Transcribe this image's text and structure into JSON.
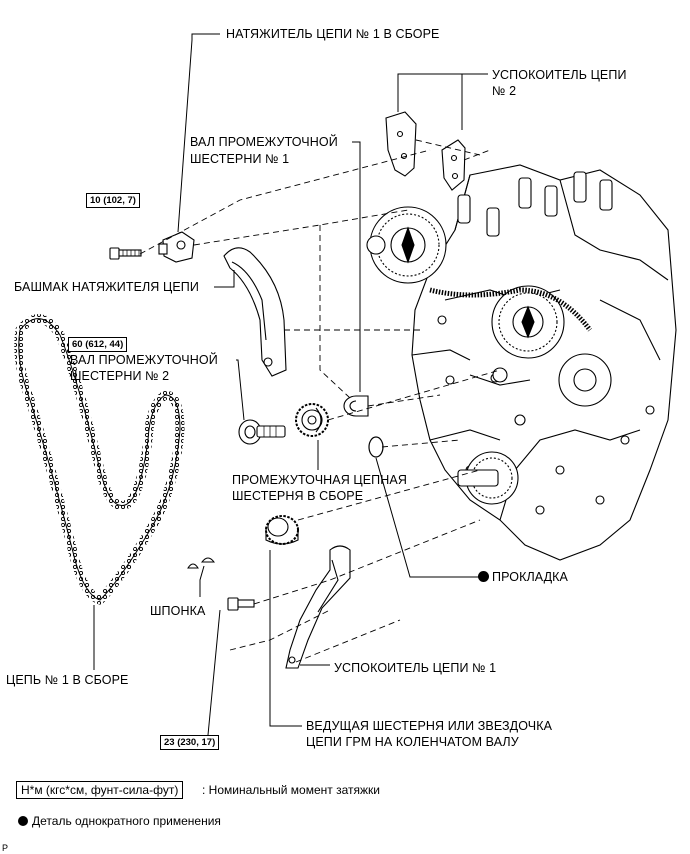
{
  "labels": {
    "tensioner": "НАТЯЖИТЕЛЬ ЦЕПИ № 1 В СБОРЕ",
    "damper2_line1": "УСПОКОИТЕЛЬ ЦЕПИ",
    "damper2_line2": "№ 2",
    "idler_shaft1_line1": "ВАЛ ПРОМЕЖУТОЧНОЙ",
    "idler_shaft1_line2": "ШЕСТЕРНИ № 1",
    "slipper": "БАШМАК НАТЯЖИТЕЛЯ ЦЕПИ",
    "idler_shaft2_line1": "ВАЛ ПРОМЕЖУТОЧНОЙ",
    "idler_shaft2_line2": "ШЕСТЕРНИ № 2",
    "idler_gear_line1": "ПРОМЕЖУТОЧНАЯ ЦЕПНАЯ",
    "idler_gear_line2": "ШЕСТЕРНЯ В СБОРЕ",
    "gasket": "ПРОКЛАДКА",
    "key": "ШПОНКА",
    "chain": "ЦЕПЬ № 1 В СБОРЕ",
    "damper1": "УСПОКОИТЕЛЬ ЦЕПИ № 1",
    "crank_sprocket_line1": "ВЕДУЩАЯ ШЕСТЕРНЯ ИЛИ ЗВЕЗДОЧКА",
    "crank_sprocket_line2": "ЦЕПИ ГРМ НА КОЛЕНЧАТОМ ВАЛУ"
  },
  "torques": {
    "tensioner_bolt": "10 (102, 7)",
    "idler_shaft2": "60 (612, 44)",
    "damper1_bolt": "23 (230, 17)"
  },
  "legend": {
    "unit_box": "Н*м (кгс*см, фунт-сила-фут)",
    "unit_desc": ": Номинальный момент затяжки",
    "non_reusable": "Деталь однократного применения"
  },
  "figure_code": "P"
}
